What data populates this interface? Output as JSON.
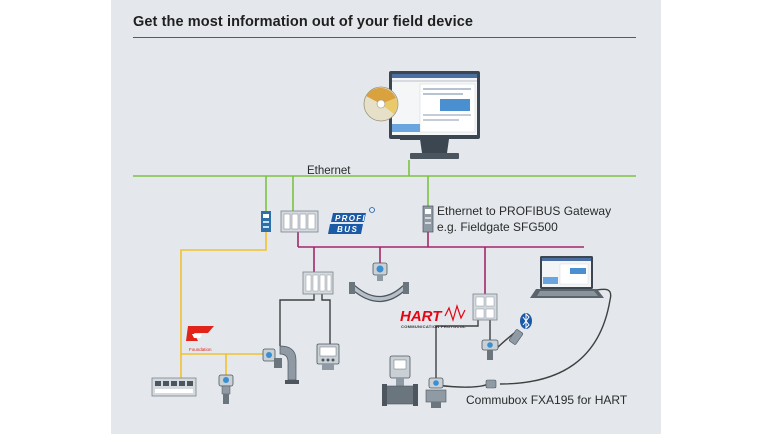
{
  "title": "Get the most information out of your field device",
  "labels": {
    "ethernet": "Ethernet",
    "gateway_line1": "Ethernet to PROFIBUS Gateway",
    "gateway_line2": "e.g. Fieldgate SFG500",
    "commubox": "Commubox FXA195 for HART"
  },
  "logos": {
    "profibus_top": "PROFI",
    "profibus_bottom": "BUS",
    "hart": "HART",
    "hart_sub": "COMMUNICATION PROTOCOL",
    "foundation": "Foundation"
  },
  "icons": {
    "wireless": "bluetooth-icon"
  },
  "colors": {
    "ethernet": "#7cc243",
    "profibus": "#a3266b",
    "fieldbus": "#f2c12e",
    "hart": "#404040",
    "panel": "#e4e8ec"
  }
}
